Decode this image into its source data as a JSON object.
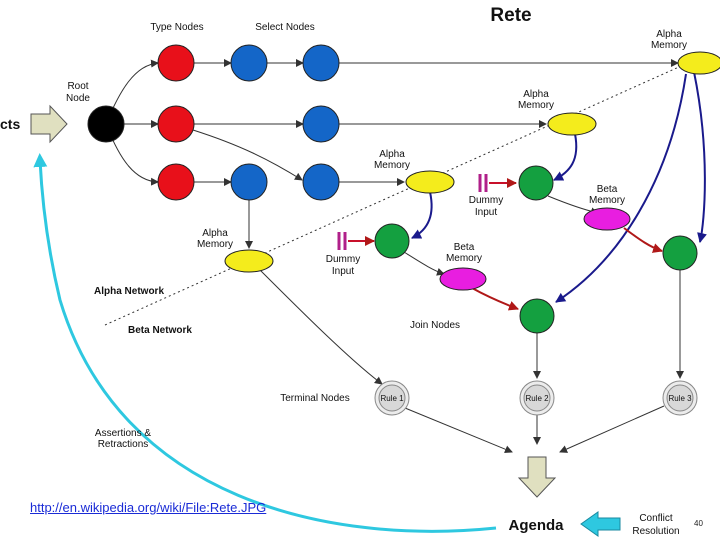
{
  "title": "Rete",
  "labels": {
    "type_nodes": "Type Nodes",
    "select_nodes": "Select Nodes",
    "root_line1": "Root",
    "root_line2": "Node",
    "facts_partial": "cts",
    "alpha_mem_line1": "Alpha",
    "alpha_mem_line2": "Memory",
    "beta_mem_line1": "Beta",
    "beta_mem_line2": "Memory",
    "dummy_line1": "Dummy",
    "dummy_line2": "Input",
    "alpha_network": "Alpha Network",
    "beta_network": "Beta Network",
    "join_nodes": "Join Nodes",
    "terminal_nodes": "Terminal Nodes",
    "assertions_line1": "Assertions &",
    "assertions_line2": "Retractions",
    "agenda": "Agenda",
    "conflict_line1": "Conflict",
    "conflict_line2": "Resolution"
  },
  "rules": [
    "Rule 1",
    "Rule 2",
    "Rule 3"
  ],
  "source_link": "http://en.wikipedia.org/wiki/File:Rete.JPG",
  "page_number": "40",
  "colors": {
    "root": "#000000",
    "type_node": "#e8101a",
    "select_node": "#1466c8",
    "alpha_memory": "#f4ec1c",
    "beta_memory": "#e81ee0",
    "join_node": "#14a040",
    "dummy_input": "#b0208a",
    "memory_arrow": "#1a1a8c",
    "beta_arrow": "#b01818",
    "dummy_arrow": "#c8102a",
    "assert_arrow": "#2ec8e0",
    "rule_node": "#d8d8d8",
    "block_arrow": "#e0e0c0"
  }
}
